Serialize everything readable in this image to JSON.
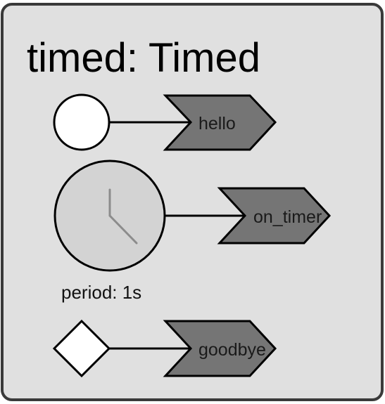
{
  "reactor": {
    "title": "timed: Timed",
    "background_color": "#e0e0e0",
    "border_color": "#3a3a3a"
  },
  "triggers": [
    {
      "kind": "startup",
      "icon": "startup-circle-icon",
      "action": "hello"
    },
    {
      "kind": "timer",
      "icon": "clock-icon",
      "action": "on_timer",
      "parameter": "period: 1s"
    },
    {
      "kind": "shutdown",
      "icon": "shutdown-diamond-icon",
      "action": "goodbye"
    }
  ],
  "colors": {
    "port_fill": "#757575",
    "timer_fill": "#d3d3d3",
    "startup_fill": "#ffffff",
    "stroke": "#000000"
  }
}
